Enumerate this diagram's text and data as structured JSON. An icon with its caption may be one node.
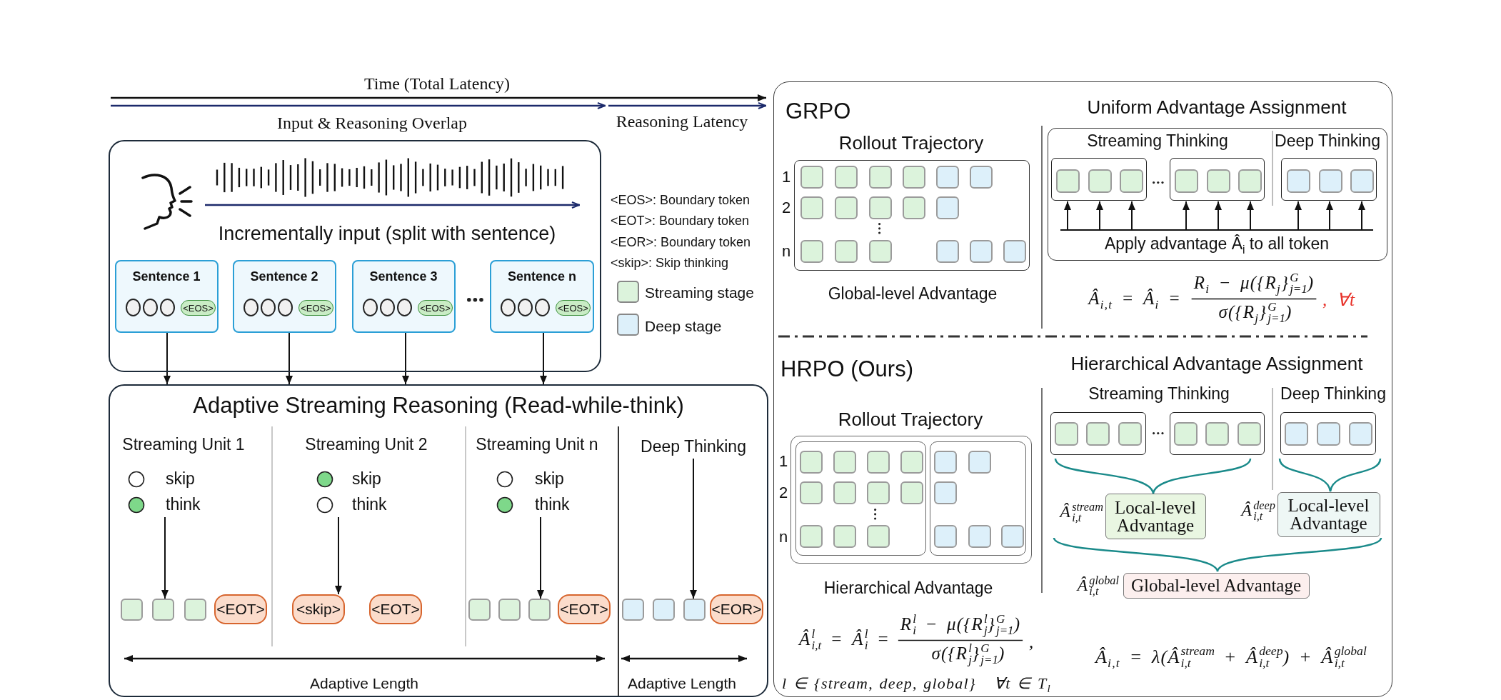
{
  "diagram": {
    "nodes": [
      {
        "text": [
          "Incrementally input (split with sentence)"
        ]
      },
      {
        "text": [
          "Sentence 1"
        ],
        "in": 0
      },
      {
        "text": [
          "<EOS>"
        ],
        "in": 1
      },
      {
        "text": [
          "Sentence 2"
        ],
        "in": 0
      },
      {
        "text": [
          "<EOS>"
        ],
        "in": 3
      },
      {
        "text": [
          "Sentence 3"
        ],
        "in": 0
      },
      {
        "text": [
          "<EOS>"
        ],
        "in": 5
      },
      {
        "text": [
          "Sentence n"
        ],
        "in": 0
      },
      {
        "text": [
          "<EOS>"
        ],
        "in": 7
      },
      {
        "text": [
          "Adaptive Streaming Reasoning (Read-while-think)"
        ]
      },
      {
        "text": [
          "Streaming Unit 1",
          "skip",
          "think"
        ],
        "in": 9
      },
      {
        "text": [],
        "shape": "picture",
        "in": 9
      },
      {
        "text": [
          "<EOT>"
        ],
        "in": 9
      },
      {
        "text": [
          "Streaming Unit 2",
          "skip",
          "think"
        ],
        "in": 9
      },
      {
        "text": [
          "<skip>"
        ],
        "in": 9
      },
      {
        "text": [
          "<EOT>"
        ],
        "in": 9
      },
      {
        "text": [
          "Streaming Unit n",
          "skip",
          "think"
        ],
        "in": 9
      },
      {
        "text": [],
        "shape": "picture",
        "in": 9
      },
      {
        "text": [
          "<EOT>"
        ],
        "in": 9
      },
      {
        "text": [
          "Deep Thinking"
        ],
        "in": 9
      },
      {
        "text": [],
        "shape": "picture",
        "in": 9
      },
      {
        "text": [
          "<EOR>"
        ],
        "in": 9
      },
      {
        "text": [],
        "shape": "box"
      },
      {
        "text": [
          "Rollout Trajectory"
        ],
        "beside": [
          "1",
          "2",
          "n",
          "Global-level Advantage"
        ],
        "in": 22
      },
      {
        "text": [
          "Uniform Advantage Assignment",
          "Streaming Thinking",
          "Deep Thinking"
        ],
        "in": 22
      },
      {
        "text": [],
        "shape": "box",
        "in": 24
      },
      {
        "text": [],
        "shape": "box",
        "in": 24
      },
      {
        "text": [],
        "shape": "box",
        "in": 24
      },
      {
        "text": [
          "Apply advantage Â$_{i}$ to all token"
        ],
        "in": 24
      },
      {
        "text": [
          "Rollout Trajectory"
        ],
        "beside": [
          "1",
          "2",
          "n",
          "Hierarchical Advantage"
        ],
        "in": 22
      },
      {
        "text": [],
        "shape": "box",
        "in": 29
      },
      {
        "text": [],
        "shape": "box",
        "in": 29
      },
      {
        "text": [],
        "shape": "box",
        "in": 22
      },
      {
        "text": [],
        "shape": "box",
        "in": 22
      },
      {
        "text": [],
        "shape": "box",
        "in": 22
      },
      {
        "text": [
          "Local-level Advantage"
        ],
        "beside": [
          "Â$^{stream}$$_{i,t}$"
        ],
        "in": 22
      },
      {
        "text": [
          "Local-level Advantage"
        ],
        "beside": [
          "Â$^{deep}$$_{i,t}$"
        ],
        "in": 22
      },
      {
        "text": [
          "Global-level Advantage"
        ],
        "beside": [
          "Â$^{global}$$_{i,t}$"
        ],
        "in": 22
      }
    ],
    "edges": [
      {
        "from": 1,
        "to": 9,
        "arrow": "to"
      },
      {
        "from": 3,
        "to": 9,
        "arrow": "to"
      },
      {
        "from": 5,
        "to": 9,
        "arrow": "to"
      },
      {
        "from": 7,
        "to": 9,
        "arrow": "to"
      },
      {
        "from": 10,
        "to": 11,
        "arrow": "to"
      },
      {
        "from": 13,
        "to": 14,
        "arrow": "to"
      },
      {
        "from": 16,
        "to": 17,
        "arrow": "to"
      },
      {
        "from": 19,
        "to": 20,
        "arrow": "to"
      },
      {
        "from": 28,
        "to": 25,
        "arrow": "to"
      },
      {
        "from": 28,
        "to": 25,
        "arrow": "to"
      },
      {
        "from": 28,
        "to": 25,
        "arrow": "to"
      },
      {
        "from": 28,
        "to": 26,
        "arrow": "to"
      },
      {
        "from": 28,
        "to": 26,
        "arrow": "to"
      },
      {
        "from": 28,
        "to": 26,
        "arrow": "to"
      },
      {
        "from": 28,
        "to": 27,
        "arrow": "to"
      },
      {
        "from": 28,
        "to": 27,
        "arrow": "to"
      },
      {
        "from": 28,
        "to": 27,
        "arrow": "to"
      }
    ],
    "labels": [
      "Time (Total Latency)",
      "Input & Reasoning Overlap",
      "Reasoning Latency",
      "<EOS>: Boundary token",
      "<EOT>: Boundary token",
      "<EOR>: Boundary token",
      "<skip>: Skip thinking",
      "Adaptive Length",
      "Adaptive Length",
      "GRPO",
      "Â$_{i,t}$ = Â$_{i}$ =",
      "R$_{i}$ − μ({R$_{j}$}$^{G}$$_{j=1}$)",
      "σ({R$_{j}$}$^{G}$$_{j=1}$)",
      ", ∀t",
      "HRPO (Ours)",
      "Hierarchical Advantage Assignment",
      "Streaming Thinking",
      "Deep Thinking",
      "Â$^{l}$$_{i,t}$ = Â$^{l}$$_{i}$ =",
      "R$^{l}$$_{i}$ − μ({R$^{l}$$_{j}$}$^{G}$$_{j=1}$)",
      "σ({R$^{l}$$_{j}$}$^{G}$$_{j=1}$)",
      ",",
      "Â$_{i,t}$ = λ(Â$^{stream}$$_{i,t}$ + Â$^{deep}$$_{i,t}$) + Â$^{global}$$_{i,t}$",
      "l ∈ {stream, deep, global}",
      "∀t ∈ T$_{l}$"
    ],
    "legend": [
      {
        "text": "Streaming stage",
        "color": "#dcf3dc"
      },
      {
        "text": "Deep stage",
        "color": "#ddf0fa"
      }
    ]
  }
}
